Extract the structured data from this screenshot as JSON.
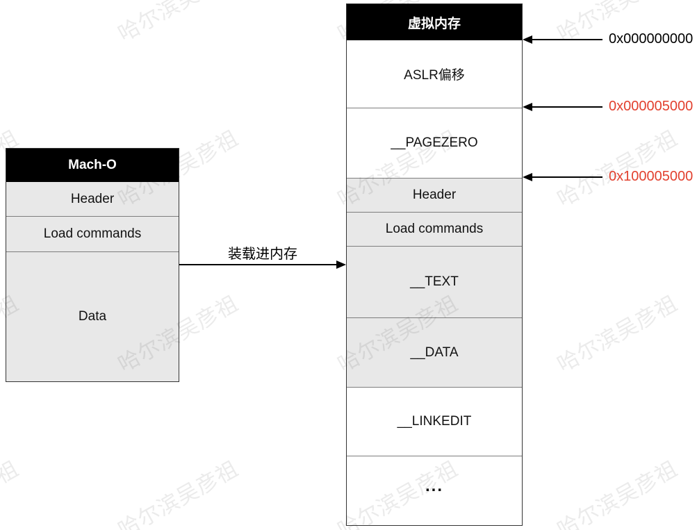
{
  "watermark": {
    "text": "哈尔滨吴彦祖"
  },
  "macho": {
    "title": "Mach-O",
    "cells": [
      {
        "label": "Header"
      },
      {
        "label": "Load commands"
      },
      {
        "label": "Data"
      }
    ]
  },
  "memory": {
    "title": "虚拟内存",
    "cells": [
      {
        "label": "ASLR偏移"
      },
      {
        "label": "__PAGEZERO"
      },
      {
        "label": "Header"
      },
      {
        "label": "Load commands"
      },
      {
        "label": "__TEXT"
      },
      {
        "label": "__DATA"
      },
      {
        "label": "__LINKEDIT"
      },
      {
        "label": "..."
      }
    ]
  },
  "load_arrow": {
    "label": "装载进内存"
  },
  "pointers": [
    {
      "label": "0x000000000",
      "color": "#000000"
    },
    {
      "label": "0x000005000",
      "color": "#e2402e"
    },
    {
      "label": "0x100005000",
      "color": "#e2402e"
    }
  ],
  "colors": {
    "cell_gray": "#e8e8e8",
    "header_black": "#000000",
    "address_red": "#e2402e",
    "border": "#333333",
    "separator": "#7d7d7d",
    "watermark_text": "rgba(0,0,0,0.08)"
  }
}
